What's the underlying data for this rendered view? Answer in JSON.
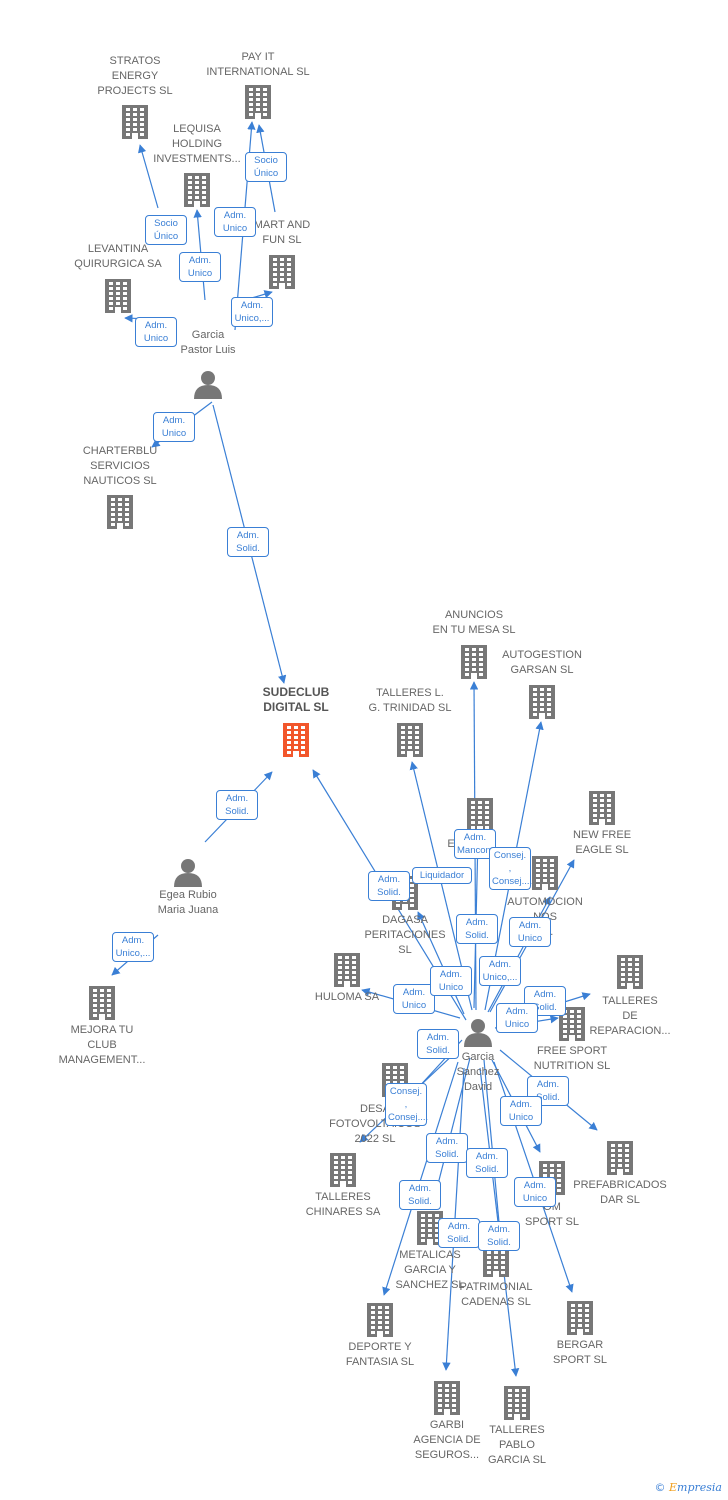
{
  "colors": {
    "edge": "#3a7fd5",
    "building": "#777777",
    "main_building": "#f2562b",
    "person": "#777777",
    "label": "#666666"
  },
  "nodes": [
    {
      "id": "stratos",
      "type": "company",
      "label": "STRATOS\nENERGY\nPROJECTS  SL",
      "icon": "building-icon"
    },
    {
      "id": "payit",
      "type": "company",
      "label": "PAY IT\nINTERNATIONAL SL",
      "icon": "building-icon"
    },
    {
      "id": "lequisa",
      "type": "company",
      "label": "LEQUISA\nHOLDING\nINVESTMENTS...",
      "icon": "building-icon"
    },
    {
      "id": "smart",
      "type": "company",
      "label": "MART AND\nFUN SL",
      "icon": "building-icon"
    },
    {
      "id": "levantina",
      "type": "company",
      "label": "LEVANTINA\nQUIRURGICA SA",
      "icon": "building-icon"
    },
    {
      "id": "garcia_pastor",
      "type": "person",
      "label": "Garcia\nPastor Luis",
      "icon": "person-icon"
    },
    {
      "id": "charterblu",
      "type": "company",
      "label": "CHARTERBLU\nSERVICIOS\nNAUTICOS  SL",
      "icon": "building-icon"
    },
    {
      "id": "sudeclub",
      "type": "main",
      "label": "SUDECLUB\nDIGITAL  SL",
      "icon": "building-icon"
    },
    {
      "id": "egea",
      "type": "person",
      "label": "Egea Rubio\nMaria Juana",
      "icon": "person-icon"
    },
    {
      "id": "mejora",
      "type": "company",
      "label": "MEJORA TU\nCLUB\nMANAGEMENT...",
      "icon": "building-icon"
    },
    {
      "id": "anuncios",
      "type": "company",
      "label": "ANUNCIOS\nEN TU MESA SL",
      "icon": "building-icon"
    },
    {
      "id": "autogestion",
      "type": "company",
      "label": "AUTOGESTION\nGARSAN  SL",
      "icon": "building-icon"
    },
    {
      "id": "talleres_trinidad",
      "type": "company",
      "label": "TALLERES L.\nG. TRINIDAD  SL",
      "icon": "building-icon"
    },
    {
      "id": "ec",
      "type": "company",
      "label": "EC",
      "icon": "building-icon"
    },
    {
      "id": "newfree",
      "type": "company",
      "label": "NEW FREE\nEAGLE  SL",
      "icon": "building-icon"
    },
    {
      "id": "automocion",
      "type": "company",
      "label": "AUTOMOCION\nNOS\nA...",
      "icon": "building-icon"
    },
    {
      "id": "dagasa",
      "type": "company",
      "label": "DAGASA\nPERITACIONES\nSL",
      "icon": "building-icon"
    },
    {
      "id": "huloma",
      "type": "company",
      "label": "HULOMA SA",
      "icon": "building-icon"
    },
    {
      "id": "talleres_rep",
      "type": "company",
      "label": "TALLERES\nDE\nREPARACION...",
      "icon": "building-icon"
    },
    {
      "id": "freesport",
      "type": "company",
      "label": "FREE SPORT\nNUTRITION SL",
      "icon": "building-icon"
    },
    {
      "id": "garcia_sanchez",
      "type": "person",
      "label": "Garcia\nSanchez\nDavid",
      "icon": "person-icon"
    },
    {
      "id": "desa",
      "type": "company",
      "label": "DESA\nFOTOVOLTAICOS\n2022  SL",
      "icon": "building-icon"
    },
    {
      "id": "prefabricados",
      "type": "company",
      "label": "PREFABRICADOS\nDAR  SL",
      "icon": "building-icon"
    },
    {
      "id": "talleres_chinares",
      "type": "company",
      "label": "TALLERES\nCHINARES SA",
      "icon": "building-icon"
    },
    {
      "id": "om_sport",
      "type": "company",
      "label": "OM\nSPORT SL",
      "icon": "building-icon"
    },
    {
      "id": "metalicas",
      "type": "company",
      "label": "METALICAS\nGARCIA Y\nSANCHEZ  SL",
      "icon": "building-icon"
    },
    {
      "id": "patrimonial",
      "type": "company",
      "label": "PATRIMONIAL\nCADENAS  SL",
      "icon": "building-icon"
    },
    {
      "id": "deporte",
      "type": "company",
      "label": "DEPORTE Y\nFANTASIA SL",
      "icon": "building-icon"
    },
    {
      "id": "bergar",
      "type": "company",
      "label": "BERGAR\nSPORT  SL",
      "icon": "building-icon"
    },
    {
      "id": "garbi",
      "type": "company",
      "label": "GARBI\nAGENCIA DE\nSEGUROS...",
      "icon": "building-icon"
    },
    {
      "id": "talleres_pablo",
      "type": "company",
      "label": "TALLERES\nPABLO\nGARCIA SL",
      "icon": "building-icon"
    }
  ],
  "edges": [
    {
      "from": "garcia_pastor",
      "to": "stratos",
      "label": "Socio\nÚnico"
    },
    {
      "from": "garcia_pastor",
      "to": "payit",
      "label": "Socio\nÚnico"
    },
    {
      "from": "garcia_pastor",
      "to": "payit",
      "label": "Adm.\nUnico"
    },
    {
      "from": "garcia_pastor",
      "to": "lequisa",
      "label": "Adm.\nUnico"
    },
    {
      "from": "garcia_pastor",
      "to": "smart",
      "label": "Adm.\nUnico,..."
    },
    {
      "from": "garcia_pastor",
      "to": "levantina",
      "label": "Adm.\nUnico"
    },
    {
      "from": "garcia_pastor",
      "to": "charterblu",
      "label": "Adm.\nUnico"
    },
    {
      "from": "garcia_pastor",
      "to": "sudeclub",
      "label": "Adm.\nSolid."
    },
    {
      "from": "egea",
      "to": "sudeclub",
      "label": "Adm.\nSolid."
    },
    {
      "from": "egea",
      "to": "mejora",
      "label": "Adm.\nUnico,..."
    },
    {
      "from": "garcia_sanchez",
      "to": "sudeclub",
      "label": "Adm.\nSolid."
    },
    {
      "from": "garcia_sanchez",
      "to": "anuncios",
      "label": "Adm.\nMancom."
    },
    {
      "from": "garcia_sanchez",
      "to": "autogestion",
      "label": "Consej. ,\nConsej...."
    },
    {
      "from": "garcia_sanchez",
      "to": "talleres_trinidad",
      "label": "Liquidador"
    },
    {
      "from": "garcia_sanchez",
      "to": "ec",
      "label": "Adm.\nSolid."
    },
    {
      "from": "garcia_sanchez",
      "to": "newfree",
      "label": "Adm.\nUnico"
    },
    {
      "from": "garcia_sanchez",
      "to": "dagasa",
      "label": "Adm.\nUnico"
    },
    {
      "from": "garcia_sanchez",
      "to": "huloma",
      "label": "Adm.\nUnico"
    },
    {
      "from": "garcia_sanchez",
      "to": "automocion",
      "label": "Adm.\nUnico,..."
    },
    {
      "from": "garcia_sanchez",
      "to": "talleres_rep",
      "label": "Adm.\nSolid."
    },
    {
      "from": "garcia_sanchez",
      "to": "freesport",
      "label": "Adm.\nUnico"
    },
    {
      "from": "garcia_sanchez",
      "to": "desa",
      "label": "Adm.\nSolid."
    },
    {
      "from": "garcia_sanchez",
      "to": "talleres_chinares",
      "label": "Consej. ,\nConsej...."
    },
    {
      "from": "garcia_sanchez",
      "to": "prefabricados",
      "label": "Adm.\nSolid."
    },
    {
      "from": "garcia_sanchez",
      "to": "om_sport",
      "label": "Adm.\nUnico"
    },
    {
      "from": "garcia_sanchez",
      "to": "metalicas",
      "label": "Adm.\nSolid."
    },
    {
      "from": "garcia_sanchez",
      "to": "patrimonial",
      "label": "Adm.\nSolid."
    },
    {
      "from": "garcia_sanchez",
      "to": "deporte",
      "label": "Adm.\nUnico"
    },
    {
      "from": "garcia_sanchez",
      "to": "bergar",
      "label": "Adm.\nSolid."
    },
    {
      "from": "garcia_sanchez",
      "to": "garbi",
      "label": "Adm.\nSolid."
    },
    {
      "from": "garcia_sanchez",
      "to": "talleres_pablo",
      "label": "Adm.\nSolid."
    }
  ],
  "footer": {
    "copyright": "©",
    "brand_initial": "E",
    "brand_rest": "mpresia"
  }
}
